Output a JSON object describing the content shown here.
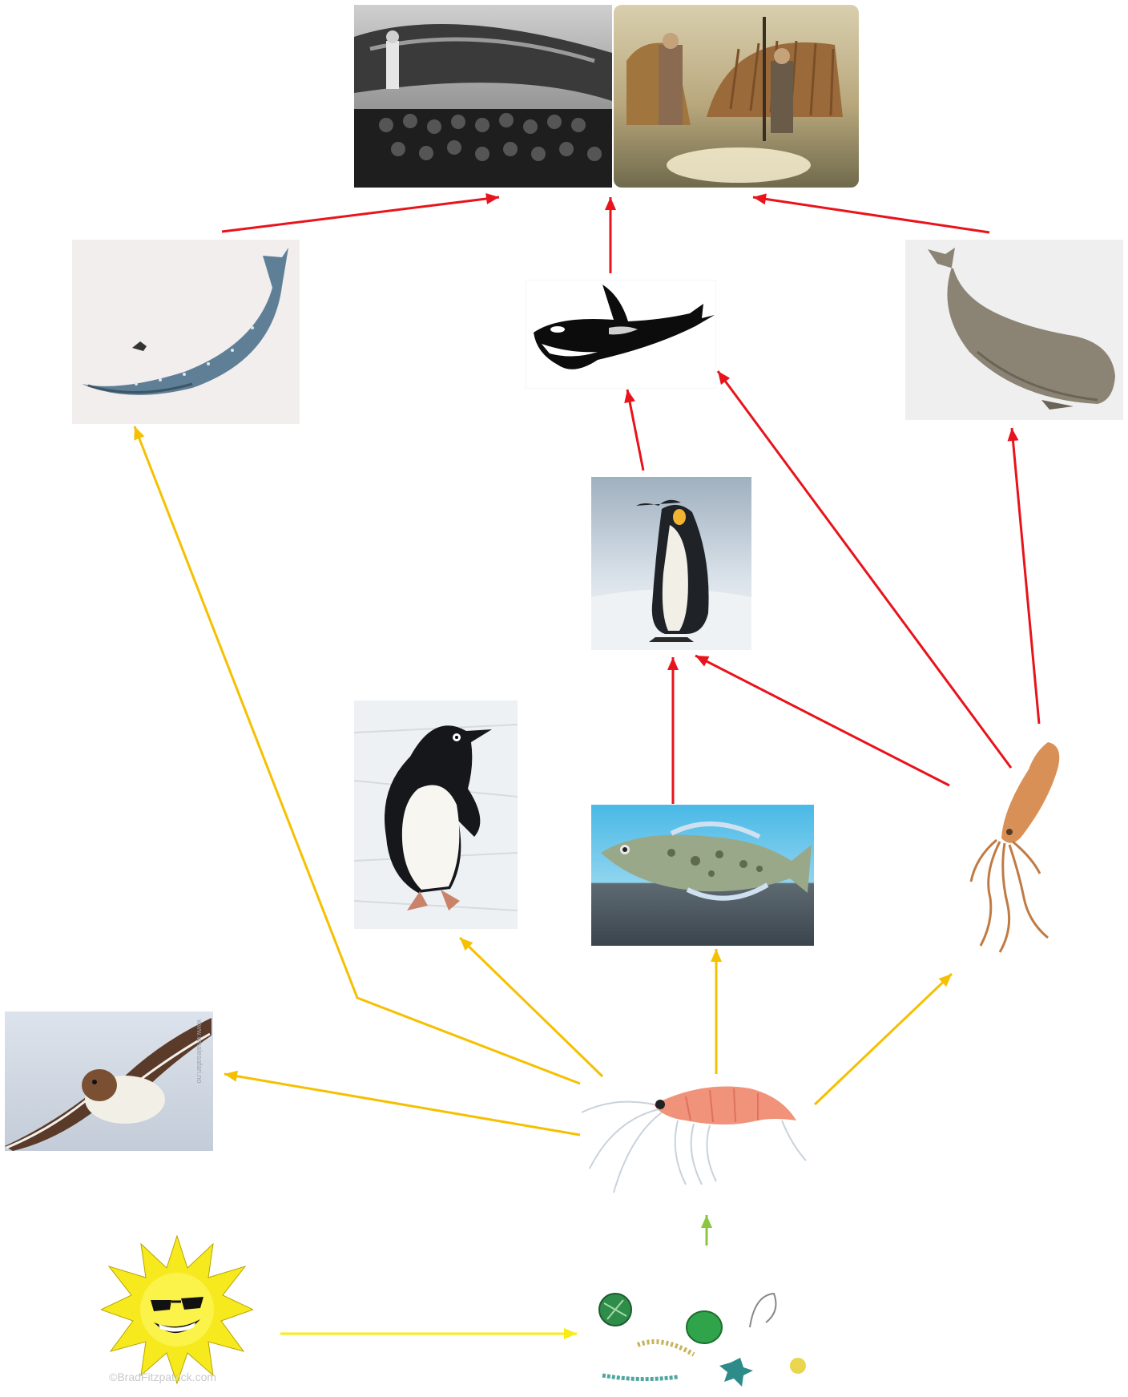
{
  "diagram": {
    "type": "food-web",
    "nodes": [
      {
        "id": "humans",
        "icon": "whalers-photo-icon"
      },
      {
        "id": "blue-whale",
        "icon": "blue-whale-icon"
      },
      {
        "id": "orca",
        "icon": "orca-icon"
      },
      {
        "id": "sperm-whale",
        "icon": "sperm-whale-icon"
      },
      {
        "id": "emperor-penguin",
        "icon": "emperor-penguin-icon"
      },
      {
        "id": "adelie-penguin",
        "icon": "adelie-penguin-icon"
      },
      {
        "id": "fish",
        "icon": "icefish-icon"
      },
      {
        "id": "squid",
        "icon": "squid-icon"
      },
      {
        "id": "petrel",
        "icon": "petrel-bird-icon"
      },
      {
        "id": "krill",
        "icon": "krill-icon"
      },
      {
        "id": "sun",
        "icon": "sun-icon"
      },
      {
        "id": "phytoplankton",
        "icon": "phytoplankton-icon"
      }
    ],
    "edges": [
      {
        "from": "blue-whale",
        "to": "humans",
        "color": "#e8131b"
      },
      {
        "from": "orca",
        "to": "humans",
        "color": "#e8131b"
      },
      {
        "from": "sperm-whale",
        "to": "humans",
        "color": "#e8131b"
      },
      {
        "from": "emperor-penguin",
        "to": "orca",
        "color": "#e8131b"
      },
      {
        "from": "squid",
        "to": "orca",
        "color": "#e8131b"
      },
      {
        "from": "squid",
        "to": "sperm-whale",
        "color": "#e8131b"
      },
      {
        "from": "fish",
        "to": "emperor-penguin",
        "color": "#e8131b"
      },
      {
        "from": "squid",
        "to": "emperor-penguin",
        "color": "#e8131b"
      },
      {
        "from": "krill",
        "to": "blue-whale",
        "color": "#f5c000"
      },
      {
        "from": "krill",
        "to": "adelie-penguin",
        "color": "#f5c000"
      },
      {
        "from": "krill",
        "to": "fish",
        "color": "#f5c000"
      },
      {
        "from": "krill",
        "to": "squid",
        "color": "#f5c000"
      },
      {
        "from": "krill",
        "to": "petrel",
        "color": "#f5c000"
      },
      {
        "from": "phytoplankton",
        "to": "krill",
        "color": "#8cc63f"
      },
      {
        "from": "sun",
        "to": "phytoplankton",
        "color": "#f7ec13"
      }
    ],
    "watermarks": {
      "sun": "©BradFitzpatrick.com",
      "petrel": "www.whalesafari.no"
    }
  }
}
